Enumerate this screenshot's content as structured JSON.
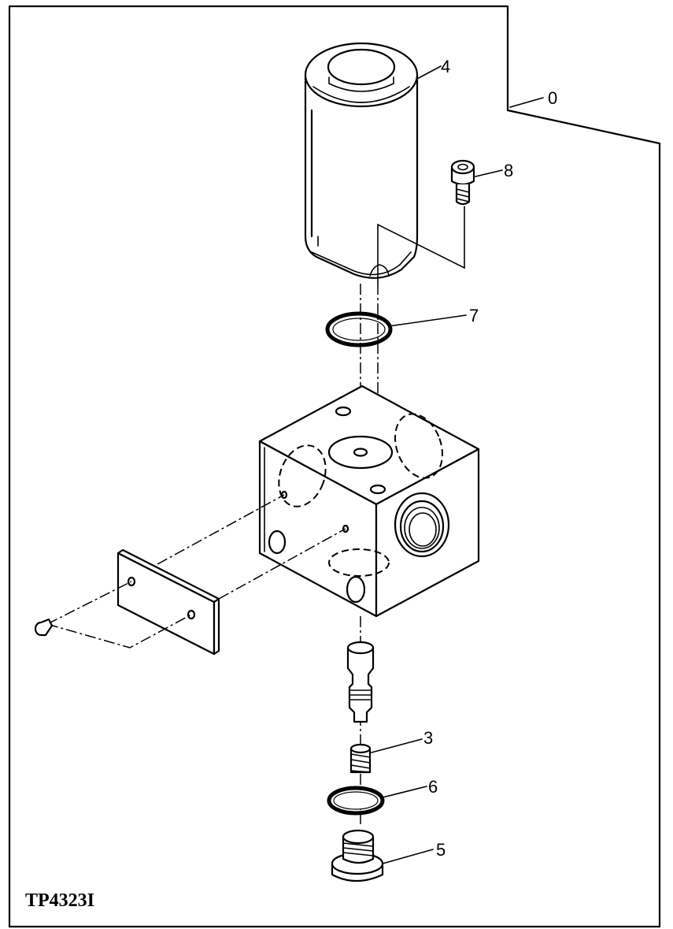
{
  "figure_id": "TP4323I",
  "callouts": {
    "c0": "0",
    "c3": "3",
    "c4": "4",
    "c5": "5",
    "c6": "6",
    "c7": "7",
    "c8": "8"
  }
}
